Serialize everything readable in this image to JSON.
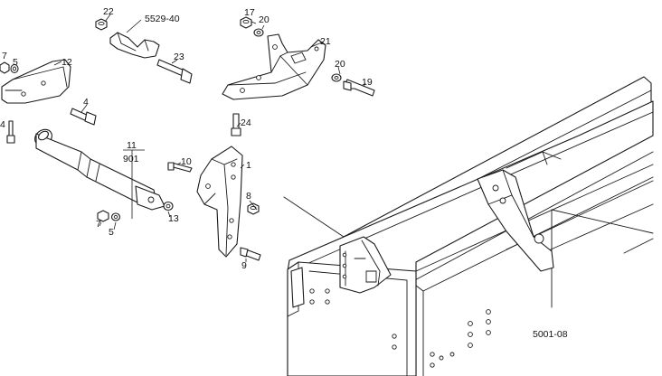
{
  "figure_code": "5001-08",
  "callouts": {
    "c22": "22",
    "c5529": "5529-40",
    "c17": "17",
    "c20a": "20",
    "c21": "21",
    "c20b": "20",
    "c19": "19",
    "c23": "23",
    "c7a": "7",
    "c5a": "5",
    "c12": "12",
    "c4a": "4",
    "c4b": "4",
    "c24": "24",
    "c11": "11",
    "c901": "901",
    "c10": "10",
    "c1": "1",
    "c8": "8",
    "c13": "13",
    "c7b": "7",
    "c5b": "5",
    "c9": "9"
  }
}
